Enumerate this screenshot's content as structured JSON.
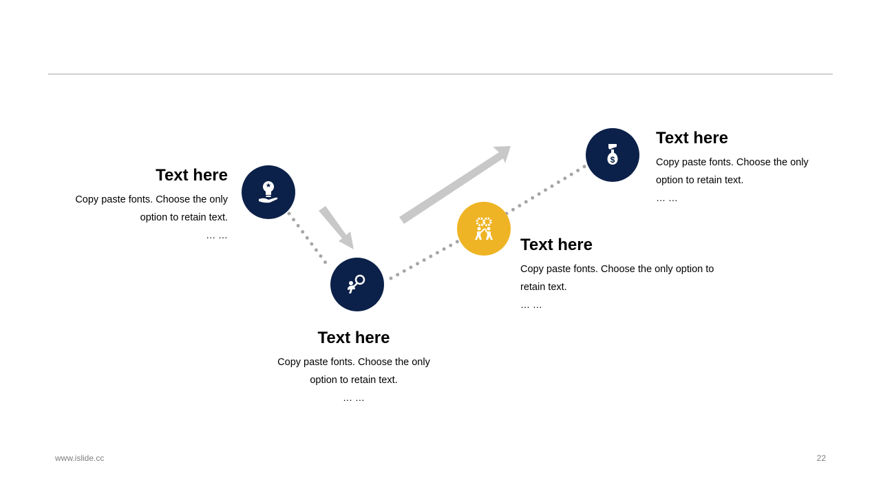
{
  "colors": {
    "navy": "#0c2149",
    "gold": "#efb425",
    "arrow": "#c8c8c8",
    "dotted": "#a6a6a6",
    "rule": "#a6a6a6"
  },
  "steps": [
    {
      "title": "Text here",
      "desc": "Copy paste fonts. Choose the only option to retain text.",
      "dots": "… …",
      "icon": "lightbulb-hand-icon"
    },
    {
      "title": "Text here",
      "desc": "Copy paste fonts. Choose the only option to retain text.",
      "dots": "… …",
      "icon": "person-magnifier-icon"
    },
    {
      "title": "Text here",
      "desc": "Copy paste fonts. Choose the only option to retain text.",
      "dots": "… …",
      "icon": "teamwork-gears-icon"
    },
    {
      "title": "Text here",
      "desc": "Copy paste fonts. Choose the only option to retain text.",
      "dots": "… …",
      "icon": "money-bag-hand-icon"
    }
  ],
  "footer": {
    "website": "www.islide.cc",
    "page_number": "22"
  }
}
